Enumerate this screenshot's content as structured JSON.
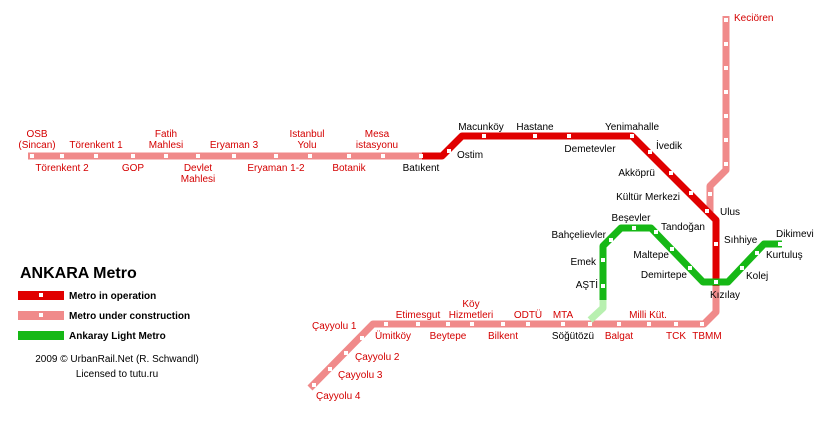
{
  "title": "ANKARA Metro",
  "colors": {
    "operation": "#e00000",
    "construction": "#f08a8a",
    "light": "#16b816",
    "light_construction": "#b8f0b0",
    "label_red": "#d40000",
    "label_black": "#000000"
  },
  "legend": {
    "operation": "Metro in operation",
    "construction": "Metro under construction",
    "light": "Ankaray Light Metro"
  },
  "credits": {
    "line1": "2009 © UrbanRail.Net (R. Schwandl)",
    "line2": "Licensed to tutu.ru"
  },
  "stations": {
    "kecioren": "Keciören",
    "osb": "OSB",
    "sincan": "(Sincan)",
    "torenkent1": "Törenkent 1",
    "torenkent2": "Törenkent 2",
    "gop": "GOP",
    "fatih1": "Fatih",
    "fatih2": "Mahlesi",
    "devlet1": "Devlet",
    "devlet2": "Mahlesi",
    "eryaman3": "Eryaman 3",
    "eryaman12": "Eryaman 1-2",
    "istanbul1": "Istanbul",
    "istanbul2": "Yolu",
    "botanik": "Botanik",
    "mesa1": "Mesa",
    "mesa2": "istasyonu",
    "batikent": "Batıkent",
    "ostim": "Ostim",
    "macunkoy": "Macunköy",
    "hastane": "Hastane",
    "demetevler": "Demetevler",
    "yenimahalle": "Yenimahalle",
    "ivedik": "İvedik",
    "akkopru": "Akköprü",
    "kultur": "Kültür Merkezi",
    "ulus": "Ulus",
    "sihhiye": "Sıhhiye",
    "kizilay": "Kızılay",
    "besevler": "Beşevler",
    "tandogan": "Tandoğan",
    "bahcelievler": "Bahçelievler",
    "maltepe": "Maltepe",
    "demirtepe": "Demirtepe",
    "emek": "Emek",
    "asti": "AŞTİ",
    "dikimevi": "Dikimevi",
    "kurtulus": "Kurtuluş",
    "kolej": "Kolej",
    "cayyolu1": "Çayyolu 1",
    "cayyolu2": "Çayyolu 2",
    "cayyolu3": "Çayyolu 3",
    "cayyolu4": "Çayyolu 4",
    "umitkoy": "Ümitköy",
    "etimesgut": "Etimesgut",
    "beytepe": "Beytepe",
    "koy1": "Köy",
    "koy2": "Hizmetleri",
    "bilkent": "Bilkent",
    "odtu": "ODTÜ",
    "mta": "MTA",
    "sogutozu": "Söğütözü",
    "balgat": "Balgat",
    "millikut": "Milli Küt.",
    "tck": "TCK",
    "tbmm": "TBMM"
  }
}
